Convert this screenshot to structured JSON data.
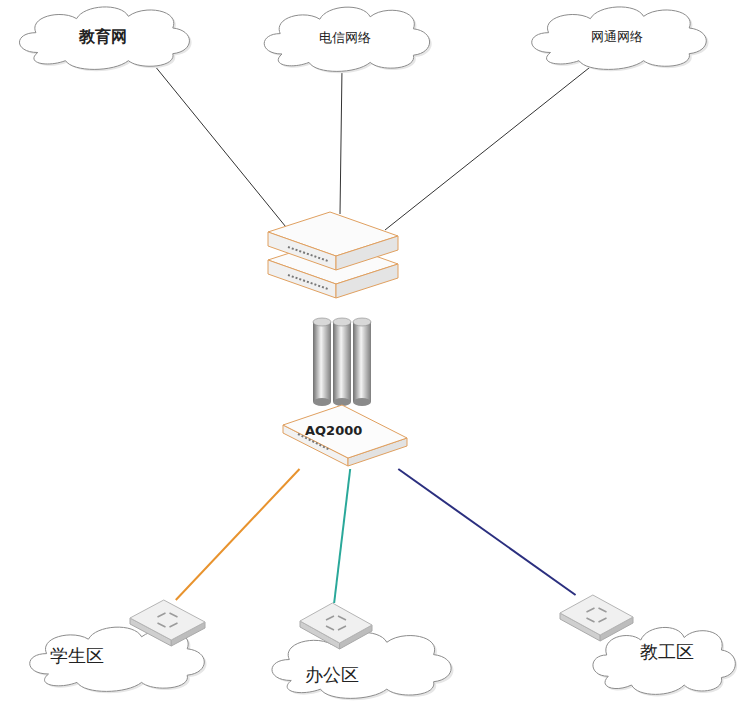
{
  "diagram": {
    "nodes": [
      {
        "text": [
          "教育网"
        ]
      },
      {
        "text": [
          "电信网络"
        ]
      },
      {
        "text": [
          "网通网络"
        ]
      },
      {
        "text": [
          "AQ2000"
        ]
      },
      {
        "text": [
          "学生区"
        ]
      },
      {
        "text": [
          "办公区"
        ]
      },
      {
        "text": [
          "教工区"
        ]
      }
    ],
    "edges": [
      {
        "from": 3,
        "to": 4,
        "arrow": "none"
      },
      {
        "from": 3,
        "to": 5,
        "arrow": "none"
      },
      {
        "from": 3,
        "to": 6,
        "arrow": "none"
      }
    ]
  }
}
